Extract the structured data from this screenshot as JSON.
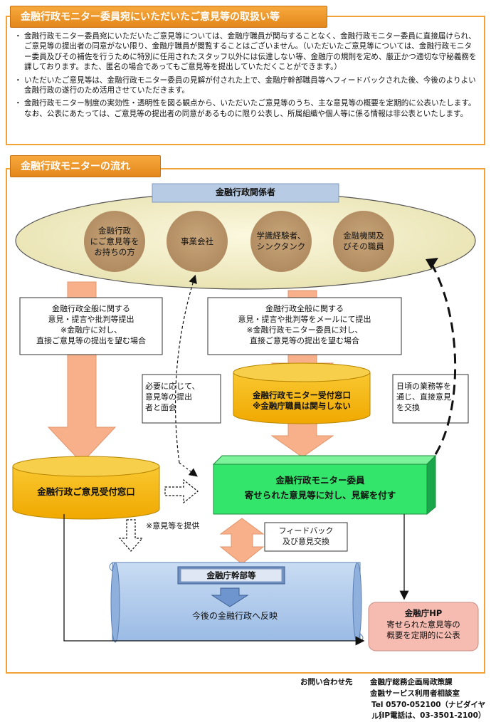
{
  "section1": {
    "title": "金融行政モニター委員宛にいただいたご意見等の取扱い等",
    "bullets": [
      "金融行政モニター委員宛にいただいたご意見等については、金融庁職員が関与することなく、金融行政モニター委員に直接届けられ、ご意見等の提出者の同意がない限り、金融庁職員が閲覧することはございません。（いただいたご意見等については、金融行政モニター委員及びその補佐を行うために特別に任用されたスタッフ以外には伝達しない等、金融庁の規則を定め、厳正かつ適切な守秘義務を課しております。また、匿名の場合であってもご意見等を提出していただくことができます。）",
      "いただいたご意見等は、金融行政モニター委員の見解が付された上で、金融庁幹部職員等へフィードバックされた後、今後のよりよい金融行政の遂行のため活用させていただきます。",
      "金融行政モニター制度の実効性・透明性を図る観点から、いただいたご意見等のうち、主な意見等の概要を定期的に公表いたします。なお、公表にあたっては、ご意見等の提出者の同意があるものに限り公表し、所属組織や個人等に係る情報は非公表といたします。"
    ]
  },
  "section2": {
    "title": "金融行政モニターの流れ"
  },
  "stakeholders": {
    "title": "金融行政関係者",
    "groups": [
      "金融行政\nにご意見等を\nお持ちの方",
      "事業会社",
      "学識経験者、\nシンクタンク",
      "金融機関及\nびその職員"
    ]
  },
  "flow": {
    "left_arrow_text": "金融行政全般に関する\n意見・提言や批判等提出\n※金融庁に対し、\n直接ご意見等の提出を望む場合",
    "center_arrow_text": "金融行政全般に関する\n意見・提言や批判等をメールにて提出\n※金融行政モニター委員に対し、\n直接ご意見等の提出を望む場合",
    "meeting_note": "必要に応じて、\n意見等の提出\n者と面会",
    "daily_note": "日頃の業務等を\n通じ、直接意見\nを交換",
    "monitor_window": "金融行政モニター受付窓口\n※金融庁職員は関与しない",
    "fsa_window": "金融行政ご意見受付窓口",
    "monitor_member_title": "金融行政モニター委員",
    "monitor_member_sub": "寄せられた意見等に対し、見解を付す",
    "provide_note": "※意見等を提供",
    "feedback_note": "フィードバック\n及び意見交換",
    "executives": "金融庁幹部等",
    "reflect": "今後の金融行政へ反映",
    "hp_title": "金融庁HP",
    "hp_text": "寄せられた意見等の\n概要を定期的に公表"
  },
  "contact": {
    "label": "お問い合わせ先",
    "lines": [
      "金融庁総務企画局政策課",
      "金融サービス利用者相談室",
      "Tel 0570-052100（ナビダイヤル）",
      "（IP電話は、03-3501-2100）"
    ]
  },
  "colors": {
    "orange": "#f2a236",
    "gold": "#f5b800",
    "green": "#33e66b",
    "blue": "#a9c6ea",
    "salmon": "#f6bcb2",
    "arrow": "#f7b08a",
    "ellipse": "#f3efca",
    "circle": "#b8946a"
  }
}
